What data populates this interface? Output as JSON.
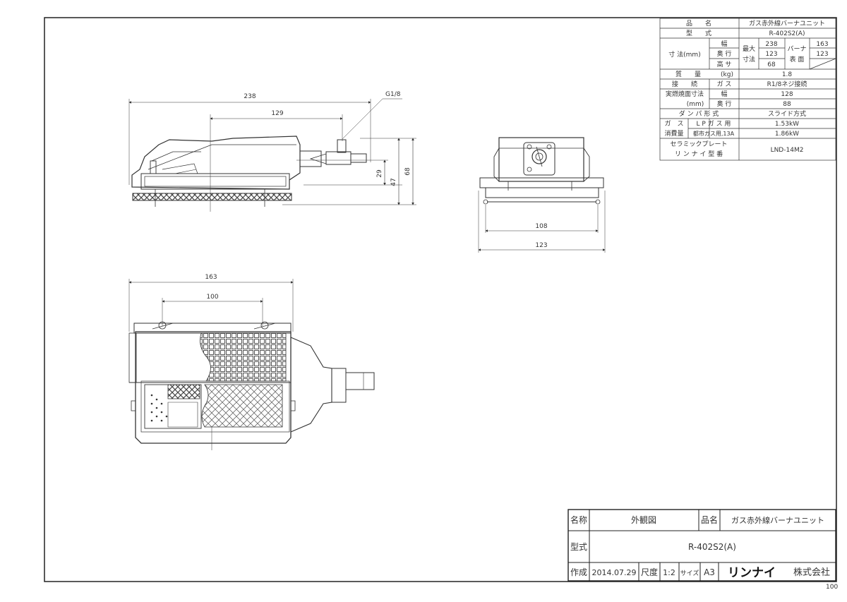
{
  "spec_table": {
    "product_name_label": "品　　名",
    "product_name": "ガス赤外線バーナユニット",
    "model_label": "型　　式",
    "model": "R-402S2(A)",
    "dimensions_label": "寸 法(mm)",
    "width_label": "幅",
    "depth_label": "奥 行",
    "height_label": "高 サ",
    "max_dims_label_1": "最大",
    "max_dims_label_2": "寸法",
    "max_width": "238",
    "max_depth": "123",
    "max_height": "68",
    "burner_surface_label_1": "バーナ",
    "burner_surface_label_2": "表 面",
    "burner_width": "163",
    "burner_depth": "123",
    "mass_label": "質　　量",
    "mass_unit": "(kg)",
    "mass": "1.8",
    "connection_label": "接　　続",
    "gas_label": "ガ ス",
    "connection": "R1/8ネジ接続",
    "combustion_label_1": "実燃焼面寸法",
    "combustion_label_2": "(mm)",
    "comb_width_label": "幅",
    "comb_width": "128",
    "comb_depth_label": "奥 行",
    "comb_depth": "88",
    "damper_label": "ダ ン パ 形 式",
    "damper": "スライド方式",
    "consumption_label_1": "ガ　ス",
    "consumption_label_2": "消費量",
    "lp_label": "L P ガ ス 用",
    "lp_value": "1.53kW",
    "city_label": "都市ガス用,13A",
    "city_value": "1.86kW",
    "ceramic_label_1": "セラミックプレート",
    "ceramic_label_2": "リ ン ナ イ 型 番",
    "ceramic_model": "LND-14M2"
  },
  "title_block": {
    "name_label": "名称",
    "name_value": "外観図",
    "product_label": "品名",
    "product_value": "ガス赤外線バーナユニット",
    "model_label": "型式",
    "model_value": "R-402S2(A)",
    "created_label": "作成",
    "created_value": "2014.07.29",
    "scale_label": "尺度",
    "scale_value": "1:2",
    "size_label": "サイズ",
    "size_value": "A3",
    "company_logo": "リンナイ",
    "company_suffix": "株式会社"
  },
  "sheet_number": "100",
  "dimensions": {
    "side_overall": "238",
    "side_partial": "129",
    "thread": "G1/8",
    "height_29": "29",
    "height_47": "47",
    "height_68": "68",
    "front_inner": "108",
    "front_outer": "123",
    "top_outer": "163",
    "top_inner": "100"
  }
}
